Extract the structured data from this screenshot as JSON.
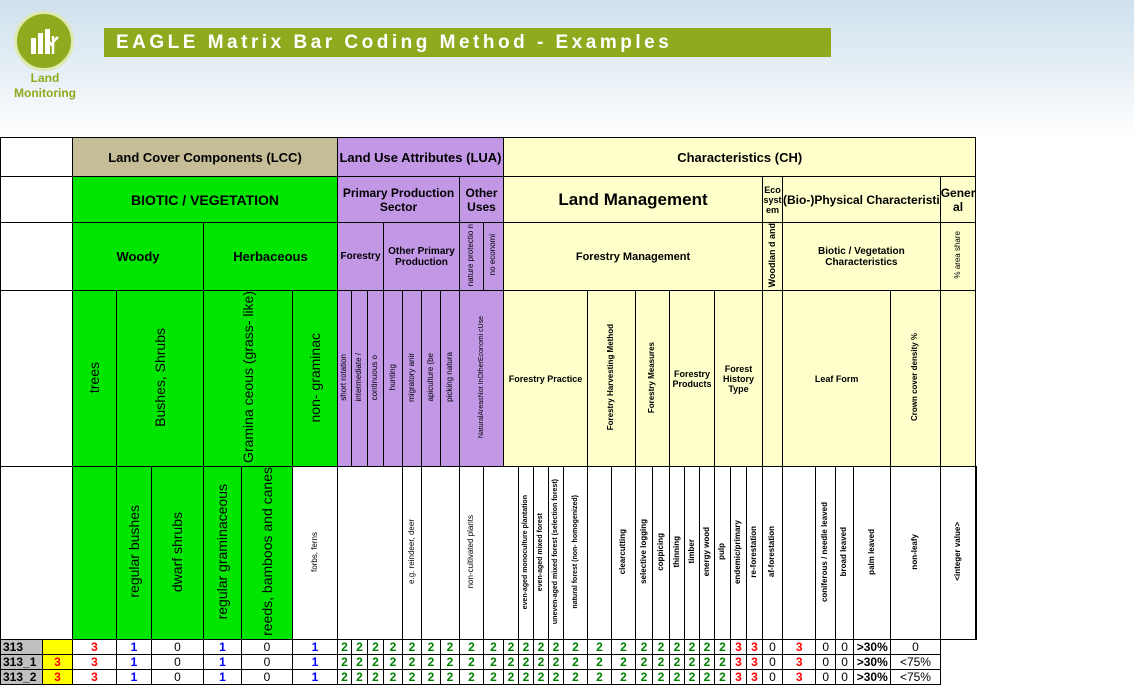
{
  "header": {
    "title": "EAGLE Matrix Bar Coding Method - Examples",
    "logo_text": "Land Monitoring"
  },
  "groups": {
    "lcc": "Land Cover Components (LCC)",
    "lua": "Land Use Attributes (LUA)",
    "ch": "Characteristics (CH)"
  },
  "sub": {
    "biotic": "BIOTIC / VEGETATION",
    "primary": "Primary Production Sector",
    "other_uses": "Other Uses",
    "land_mgmt": "Land Management",
    "eco": "Eco syst em",
    "physical": "(Bio-)Physical Characteristi",
    "general": "Gener al"
  },
  "third": {
    "woody": "Woody",
    "herbaceous": "Herbaceous",
    "forestry": "Forestry",
    "other_primary": "Other Primary Production",
    "nature_protection": "nature protectio n",
    "no_economic": "no economi",
    "forestry_mgmt": "Forestry Management",
    "woodland": "Woodlan d and",
    "biotic_veg": "Biotic / Vegetation Characteristics",
    "area_share": "% area share"
  },
  "fourth": {
    "trees": "trees",
    "bushes": "Bushes, Shrubs",
    "graminaceous": "Gramina ceous (grass- like)",
    "non_graminaceous": "non- graminac",
    "short_rotation": "short rotation",
    "intermediate": "intermediate /",
    "continuous": "continuous o",
    "hunting": "hunting",
    "migratory": "migratory anir",
    "apiculture": "apiculture (be",
    "picking": "picking natura",
    "natural_areas": "NaturalAreasNot InOtherEconomi cUse",
    "forestry_practice": "Forestry Practice",
    "harvesting": "Forestry Harvesting Method",
    "measures": "Forestry Measures",
    "products": "Forestry Products",
    "history": "Forest History Type",
    "leaf_form": "Leaf Form",
    "crown_cover": "Crown cover density %"
  },
  "fifth": {
    "regular_bushes": "regular bushes",
    "dwarf_shrubs": "dwarf shrubs",
    "regular_graminaceous": "regular graminaceous",
    "reeds": "reeds, bamboos and canes",
    "forbs": "forbs, ferns",
    "reindeer": "e.g. reindeer, deer",
    "non_cultivated": "non-cultivated plants",
    "even_aged_mono": "even-aged monoculture plantation",
    "even_aged_mixed": "even-aged mixed forest",
    "uneven_aged": "uneven-aged mixed forest (selection forest)",
    "natural_forest": "natural forest (non- homogenized)",
    "clearcutting": "clearcutting",
    "selective_logging": "selective logging",
    "coppicing": "coppicing",
    "thinning": "thinning",
    "timber": "timber",
    "energy_wood": "energy wood",
    "pulp": "pulp",
    "endemic": "endemic/primary",
    "re_forestation": "re-forestation",
    "af_forestation": "af-forestation",
    "coniferous": "coniferous / needle leaved",
    "broad": "broad leaved",
    "palm": "palm leaved",
    "non_leafy": "non-leafy",
    "integer_value": "<integer value>"
  },
  "rows": [
    {
      "id": "313",
      "flag": "",
      "vals": [
        "3",
        "1",
        "0",
        "1",
        "0",
        "1",
        "2",
        "2",
        "2",
        "2",
        "2",
        "2",
        "2",
        "2",
        "2",
        "2",
        "2",
        "2",
        "2",
        "2",
        "2",
        "2",
        "2",
        "2",
        "2",
        "2",
        "2",
        "2",
        "3",
        "3",
        "0",
        "3",
        "0",
        "0",
        ">30%",
        "0"
      ]
    },
    {
      "id": "313_1",
      "flag": "3",
      "vals": [
        "3",
        "1",
        "0",
        "1",
        "0",
        "1",
        "2",
        "2",
        "2",
        "2",
        "2",
        "2",
        "2",
        "2",
        "2",
        "2",
        "2",
        "2",
        "2",
        "2",
        "2",
        "2",
        "2",
        "2",
        "2",
        "2",
        "2",
        "2",
        "3",
        "3",
        "0",
        "3",
        "0",
        "0",
        ">30%",
        "<75%"
      ]
    },
    {
      "id": "313_2",
      "flag": "3",
      "vals": [
        "3",
        "1",
        "0",
        "1",
        "0",
        "1",
        "2",
        "2",
        "2",
        "2",
        "2",
        "2",
        "2",
        "2",
        "2",
        "2",
        "2",
        "2",
        "2",
        "2",
        "2",
        "2",
        "2",
        "2",
        "2",
        "2",
        "2",
        "2",
        "3",
        "3",
        "0",
        "3",
        "0",
        "0",
        ">30%",
        "<75%"
      ]
    }
  ],
  "value_colors": [
    "r",
    "b",
    "k",
    "b",
    "k",
    "b",
    "g",
    "g",
    "g",
    "g",
    "g",
    "g",
    "g",
    "g",
    "g",
    "g",
    "g",
    "g",
    "g",
    "g",
    "g",
    "g",
    "g",
    "g",
    "g",
    "g",
    "g",
    "g",
    "r",
    "r",
    "k",
    "r",
    "k",
    "k",
    "kb",
    "k"
  ]
}
